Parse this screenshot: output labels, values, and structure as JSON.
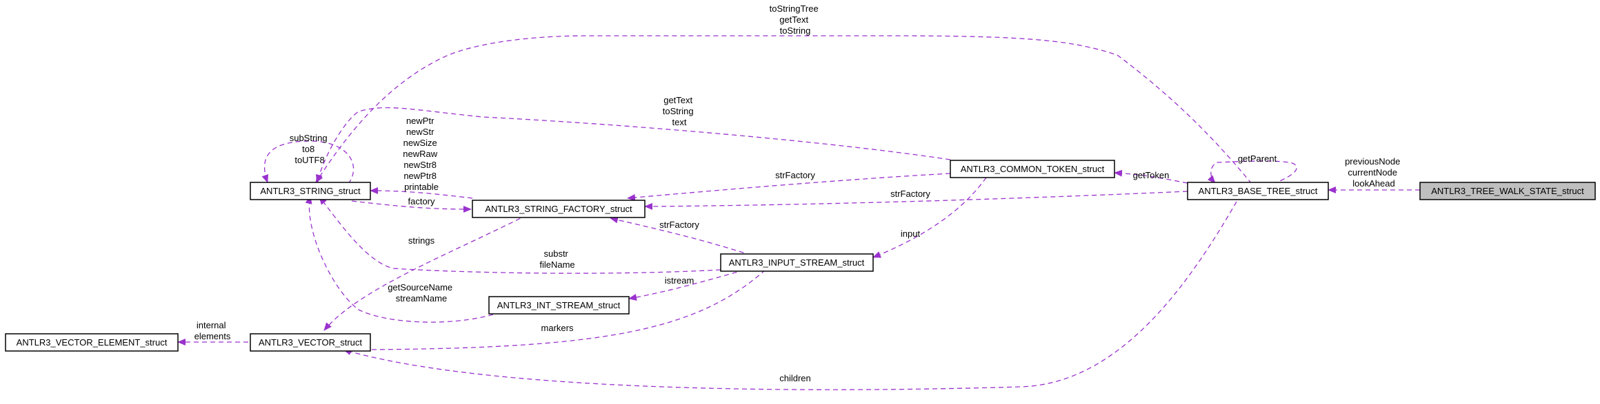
{
  "colors": {
    "edge": "#9a32cd",
    "node_border": "#000000",
    "highlight_fill": "#bfbfbf",
    "background": "#ffffff"
  },
  "nodes": {
    "tree_walk_state": "ANTLR3_TREE_WALK_STATE_struct",
    "base_tree": "ANTLR3_BASE_TREE_struct",
    "common_token": "ANTLR3_COMMON_TOKEN_struct",
    "string": "ANTLR3_STRING_struct",
    "string_factory": "ANTLR3_STRING_FACTORY_struct",
    "input_stream": "ANTLR3_INPUT_STREAM_struct",
    "int_stream": "ANTLR3_INT_STREAM_struct",
    "vector": "ANTLR3_VECTOR_struct",
    "vector_element": "ANTLR3_VECTOR_ELEMENT_struct"
  },
  "edges": {
    "children": [
      "children"
    ],
    "markers": [
      "markers"
    ],
    "strings": [
      "strings"
    ],
    "internal_elements": [
      "internal",
      "elements"
    ],
    "getsource_streamname": [
      "getSourceName",
      "streamName"
    ],
    "substr_filename": [
      "substr",
      "fileName"
    ],
    "string_methods": [
      "newPtr",
      "newStr",
      "newSize",
      "newRaw",
      "newStr8",
      "newPtr8",
      "printable"
    ],
    "factory": [
      "factory"
    ],
    "substring_self": [
      "subString",
      "to8",
      "toUTF8"
    ],
    "token_text": [
      "getText",
      "toString",
      "text"
    ],
    "tree_text": [
      "toStringTree",
      "getText",
      "toString"
    ],
    "token_strfactory": [
      "strFactory"
    ],
    "tree_strfactory": [
      "strFactory"
    ],
    "input_strfactory": [
      "strFactory"
    ],
    "istream": [
      "istream"
    ],
    "input": [
      "input"
    ],
    "gettoken": [
      "getToken"
    ],
    "getparent": [
      "getParent"
    ],
    "walk_state": [
      "previousNode",
      "currentNode",
      "lookAhead"
    ]
  }
}
